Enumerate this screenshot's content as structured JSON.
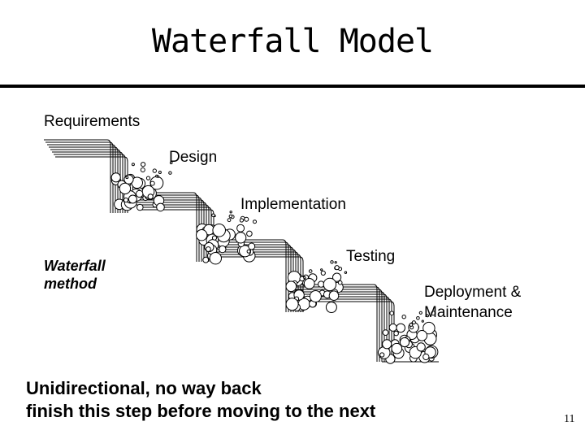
{
  "slide": {
    "title": "Waterfall Model",
    "method_label_line1": "Waterfall",
    "method_label_line2": "method",
    "caption_line1": "Unidirectional, no way back",
    "caption_line2": "finish this step before moving to the next",
    "page_number": "11"
  },
  "stages": [
    {
      "label": "Requirements"
    },
    {
      "label": "Design"
    },
    {
      "label": "Implementation"
    },
    {
      "label": "Testing"
    },
    {
      "label": "Deployment &"
    },
    {
      "label": "Maintenance"
    }
  ]
}
